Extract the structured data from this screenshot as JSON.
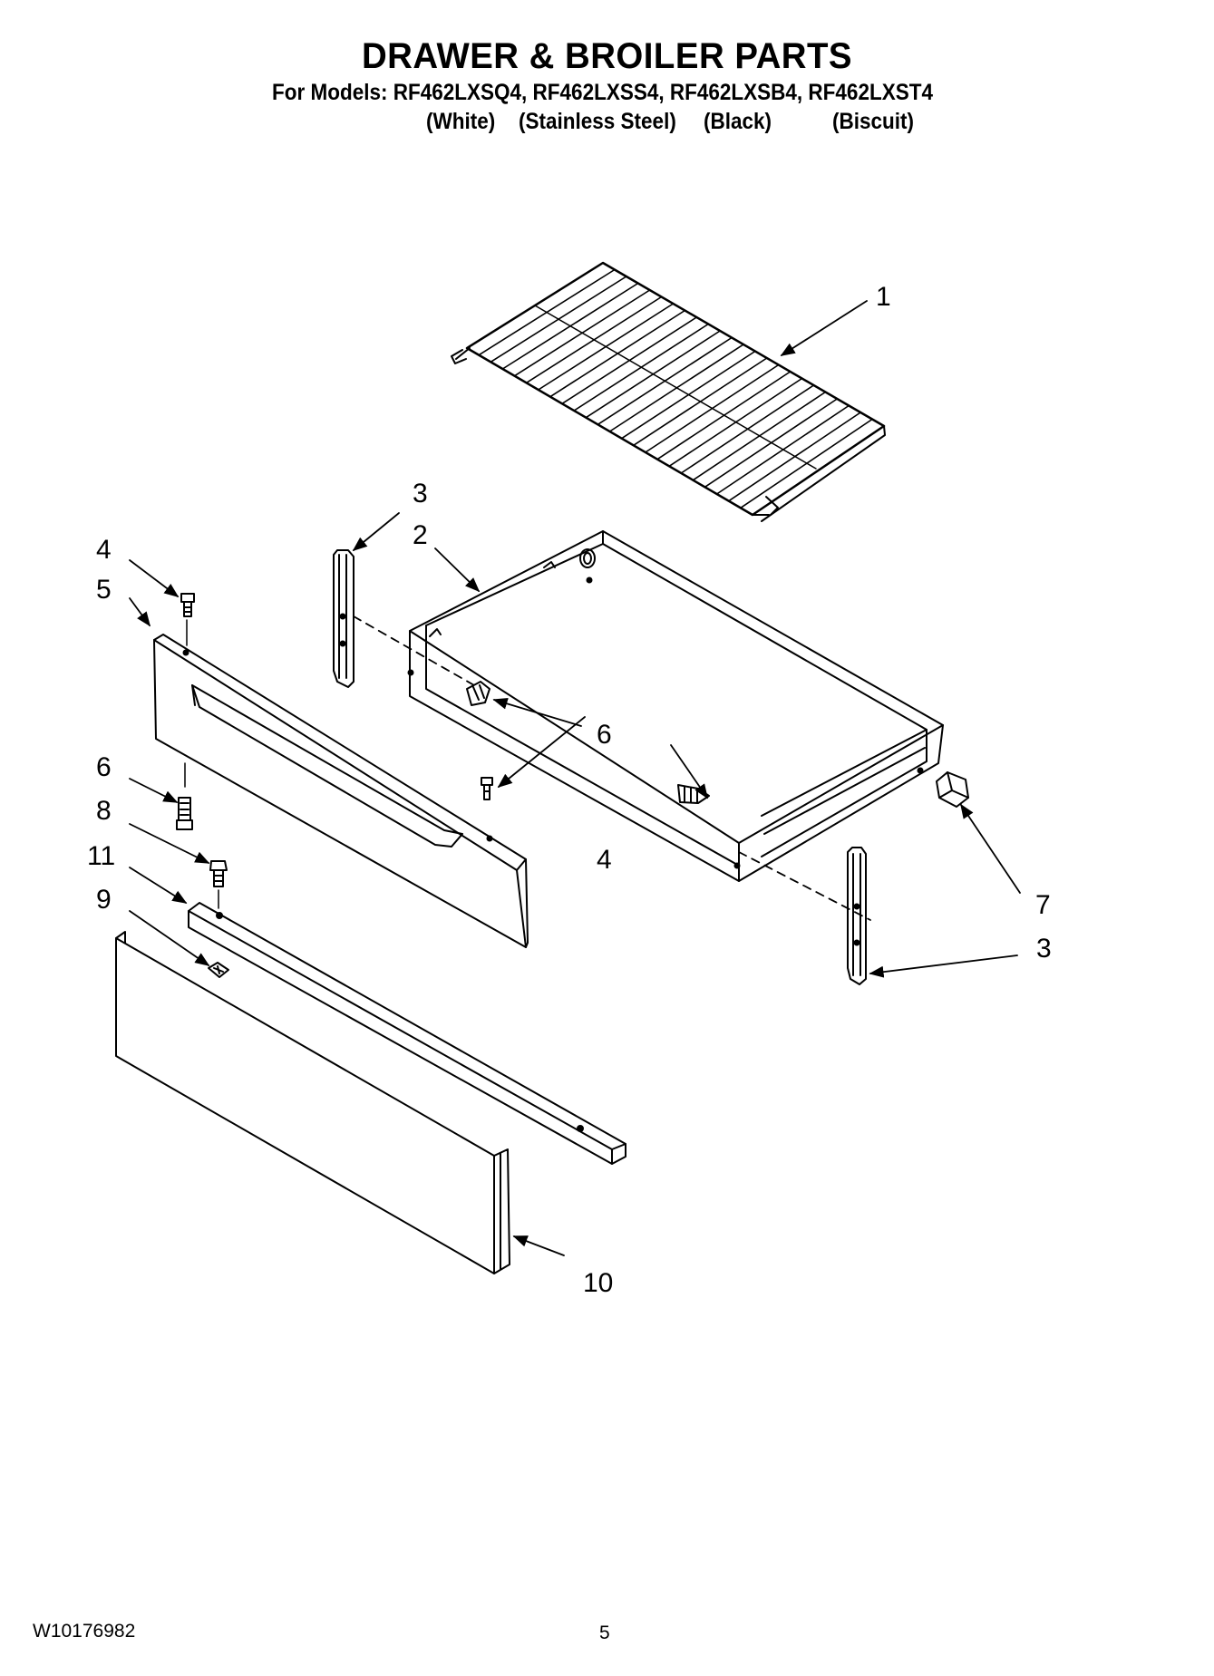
{
  "header": {
    "title": "DRAWER & BROILER PARTS",
    "models_line": "For Models: RF462LXSQ4, RF462LXSS4, RF462LXSB4, RF462LXST4",
    "finishes": [
      "(White)",
      "(Stainless Steel)",
      "(Black)",
      "(Biscuit)"
    ]
  },
  "callouts": [
    "1",
    "2",
    "3",
    "3",
    "4",
    "4",
    "5",
    "6",
    "6",
    "6",
    "7",
    "8",
    "9",
    "10",
    "11"
  ],
  "footer": {
    "document_code": "W10176982",
    "page_number": "5"
  }
}
